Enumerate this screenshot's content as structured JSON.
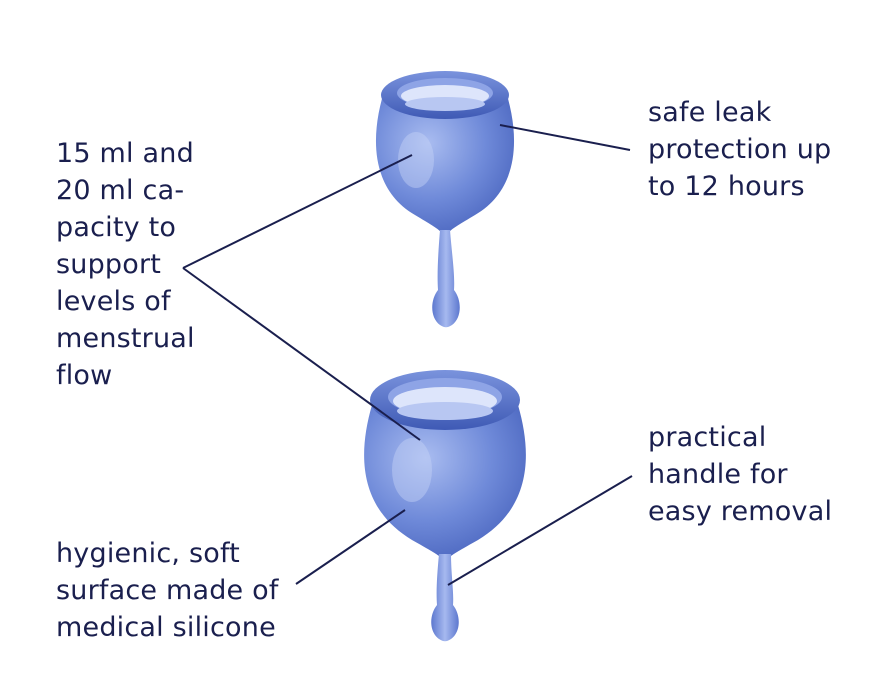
{
  "colors": {
    "text": "#1a1f4e",
    "line": "#1a1f4e",
    "cup": "#6b86d6",
    "cup_dark": "#4a65bd",
    "cup_light": "#9fb3ec"
  },
  "labels": {
    "capacity": [
      "15 ml and",
      "20 ml ca-",
      "pacity to",
      "support",
      "levels of",
      "menstrual",
      "flow"
    ],
    "leak": [
      "safe leak",
      "protection up",
      "to 12 hours"
    ],
    "handle": [
      "practical",
      "handle for",
      "easy removal"
    ],
    "surface": [
      "hygienic, soft",
      "surface made of",
      "medical silicone"
    ]
  }
}
